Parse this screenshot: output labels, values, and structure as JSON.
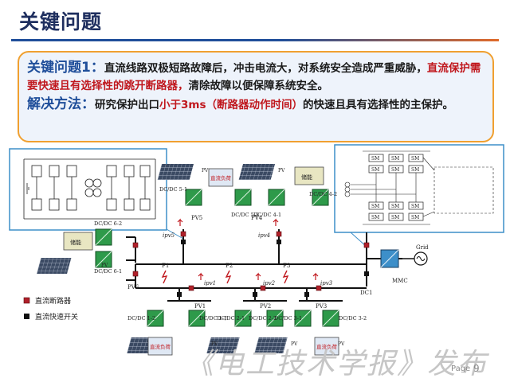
{
  "header": {
    "title": "关键问题"
  },
  "callout": {
    "problem_label": "关键问题1：",
    "problem_text_a": "直流线路双极短路故障后，冲击电流大，对系统安全造成严重威胁，",
    "problem_text_red": "直流保护需要快速且有选择性的跳开断路器，",
    "problem_text_b": "清除故障以便保障系统安全。",
    "solution_label": "解决方法：",
    "solution_text_a": "研究保护出口",
    "solution_text_red": "小于3ms（断路器动作时间）",
    "solution_text_b": "的快速且具有选择性的主保护。"
  },
  "diagram": {
    "legend": {
      "breaker": "直流断路器",
      "fast_switch": "直流快速开关"
    },
    "converters": {
      "dc51": "DC/DC 5-1",
      "dc52": "DC/DC 5-2",
      "dc41": "DC/DC 4-1",
      "dc42": "DC/DC 4-2",
      "dc62": "DC/DC 6-2",
      "dc61": "DC/DC 6-1",
      "dc12": "DC/DC 1-2",
      "dc11": "DC/DC 1-1",
      "dc21": "DC/DC 2-1",
      "dc22": "DC/DC 2-2",
      "dc31": "DC/DC 3-1",
      "dc32": "DC/DC 3-2"
    },
    "nodes": {
      "pv5": "PV5",
      "pv4": "PV4",
      "pv6": "PV6",
      "pv1": "PV1",
      "pv2": "PV2",
      "pv3": "PV3",
      "dc1": "DC1",
      "mmc": "MMC",
      "grid": "Grid"
    },
    "currents": {
      "ipv5": "ipv5",
      "ipv4": "ipv4",
      "ipv1": "ipv1",
      "ipv2": "ipv2",
      "ipv3": "ipv3"
    },
    "faults": {
      "f1": "F1",
      "f2": "F2",
      "f3": "F3"
    },
    "pv_label": "PV",
    "storage_label": "储能",
    "dc_load_label": "直流负荷",
    "sm_label": "SM"
  },
  "footer": {
    "journal": "《电工技术学报》发布",
    "page_label": "Page",
    "page_number": "9"
  },
  "colors": {
    "title": "#1f2f5f",
    "keyword": "#1f4e9a",
    "emphasis": "#c0181e",
    "callout_border": "#f0a030",
    "bus": "#111111",
    "converter_fill": "#2e9a4a",
    "inset_border": "#3d8fc9"
  }
}
